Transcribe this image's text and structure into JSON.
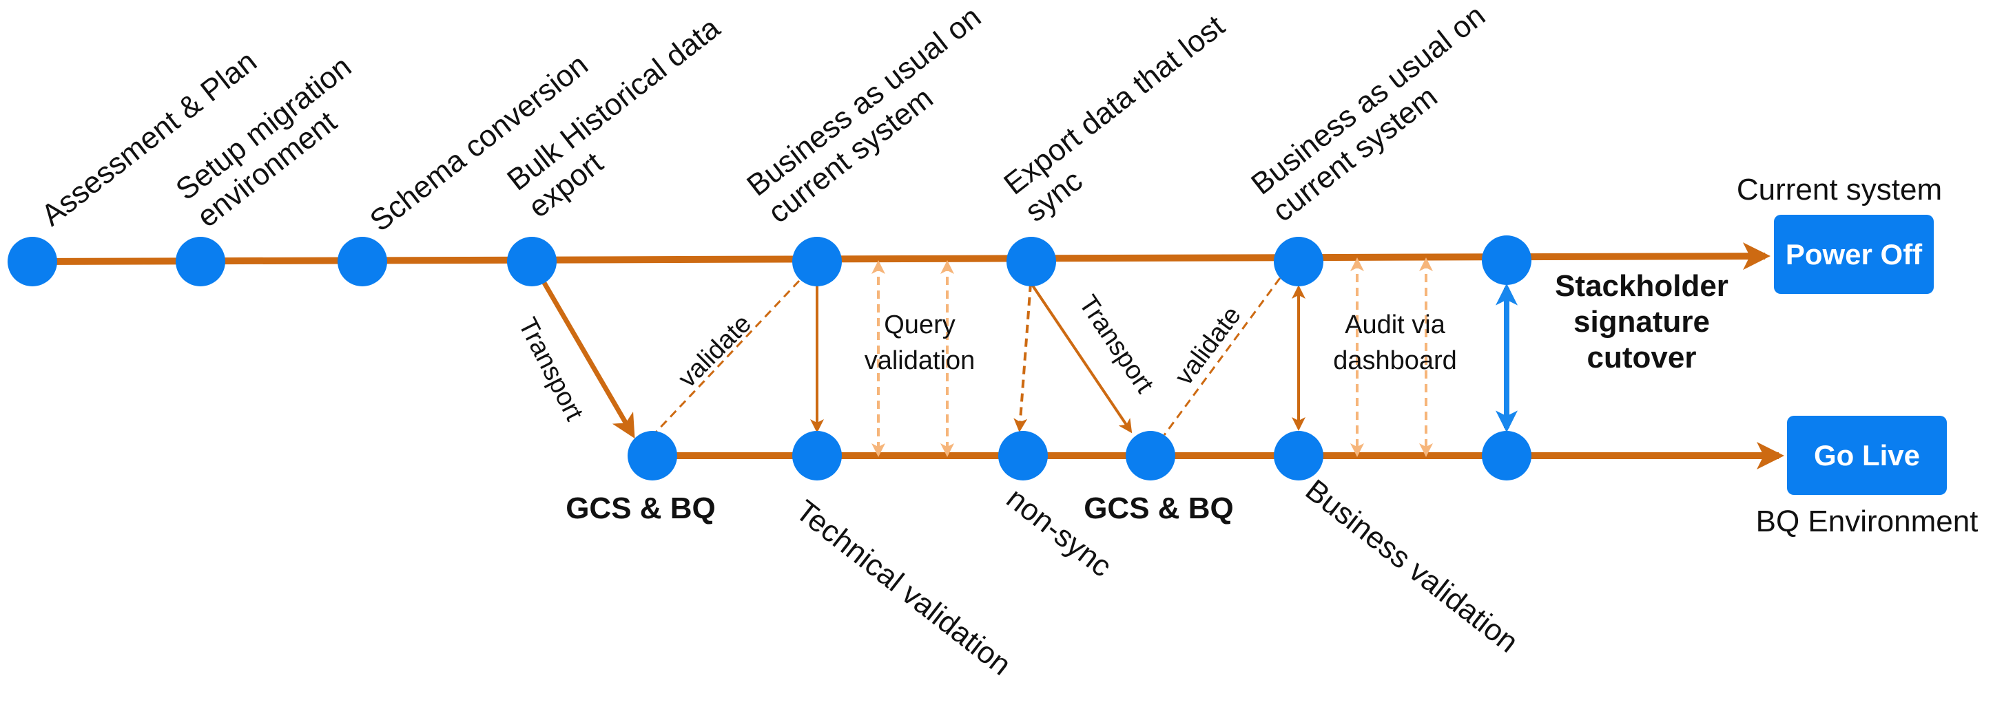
{
  "colors": {
    "node": "#0a7ef0",
    "line": "#cd6a12",
    "line_light": "#f6b57a",
    "cutover": "#1787ee",
    "button_bg": "#0a7ef0",
    "button_text": "#ffffff",
    "text": "#111111"
  },
  "top_labels": [
    "Assessment & Plan",
    "Setup migration|environment",
    "Schema conversion",
    "Bulk Historical data|export",
    "Business as usual on|current system",
    "Export data that lost|sync",
    "Business as usual on|current system"
  ],
  "bottom_labels": [
    "GCS & BQ",
    "Technical validation",
    "non-sync",
    "GCS & BQ",
    "Business validation"
  ],
  "edge_labels": {
    "transport_1": "Transport",
    "validate_1": "validate",
    "transport_2": "Transport",
    "validate_2": "validate"
  },
  "query_validation": "Query|validation",
  "audit_dashboard": "Audit via|dashboard",
  "cutover": "Stackholder|signature|cutover",
  "current_system": {
    "caption": "Current system",
    "button": "Power Off"
  },
  "bq_environment": {
    "caption": "BQ Environment",
    "button": "Go Live"
  }
}
